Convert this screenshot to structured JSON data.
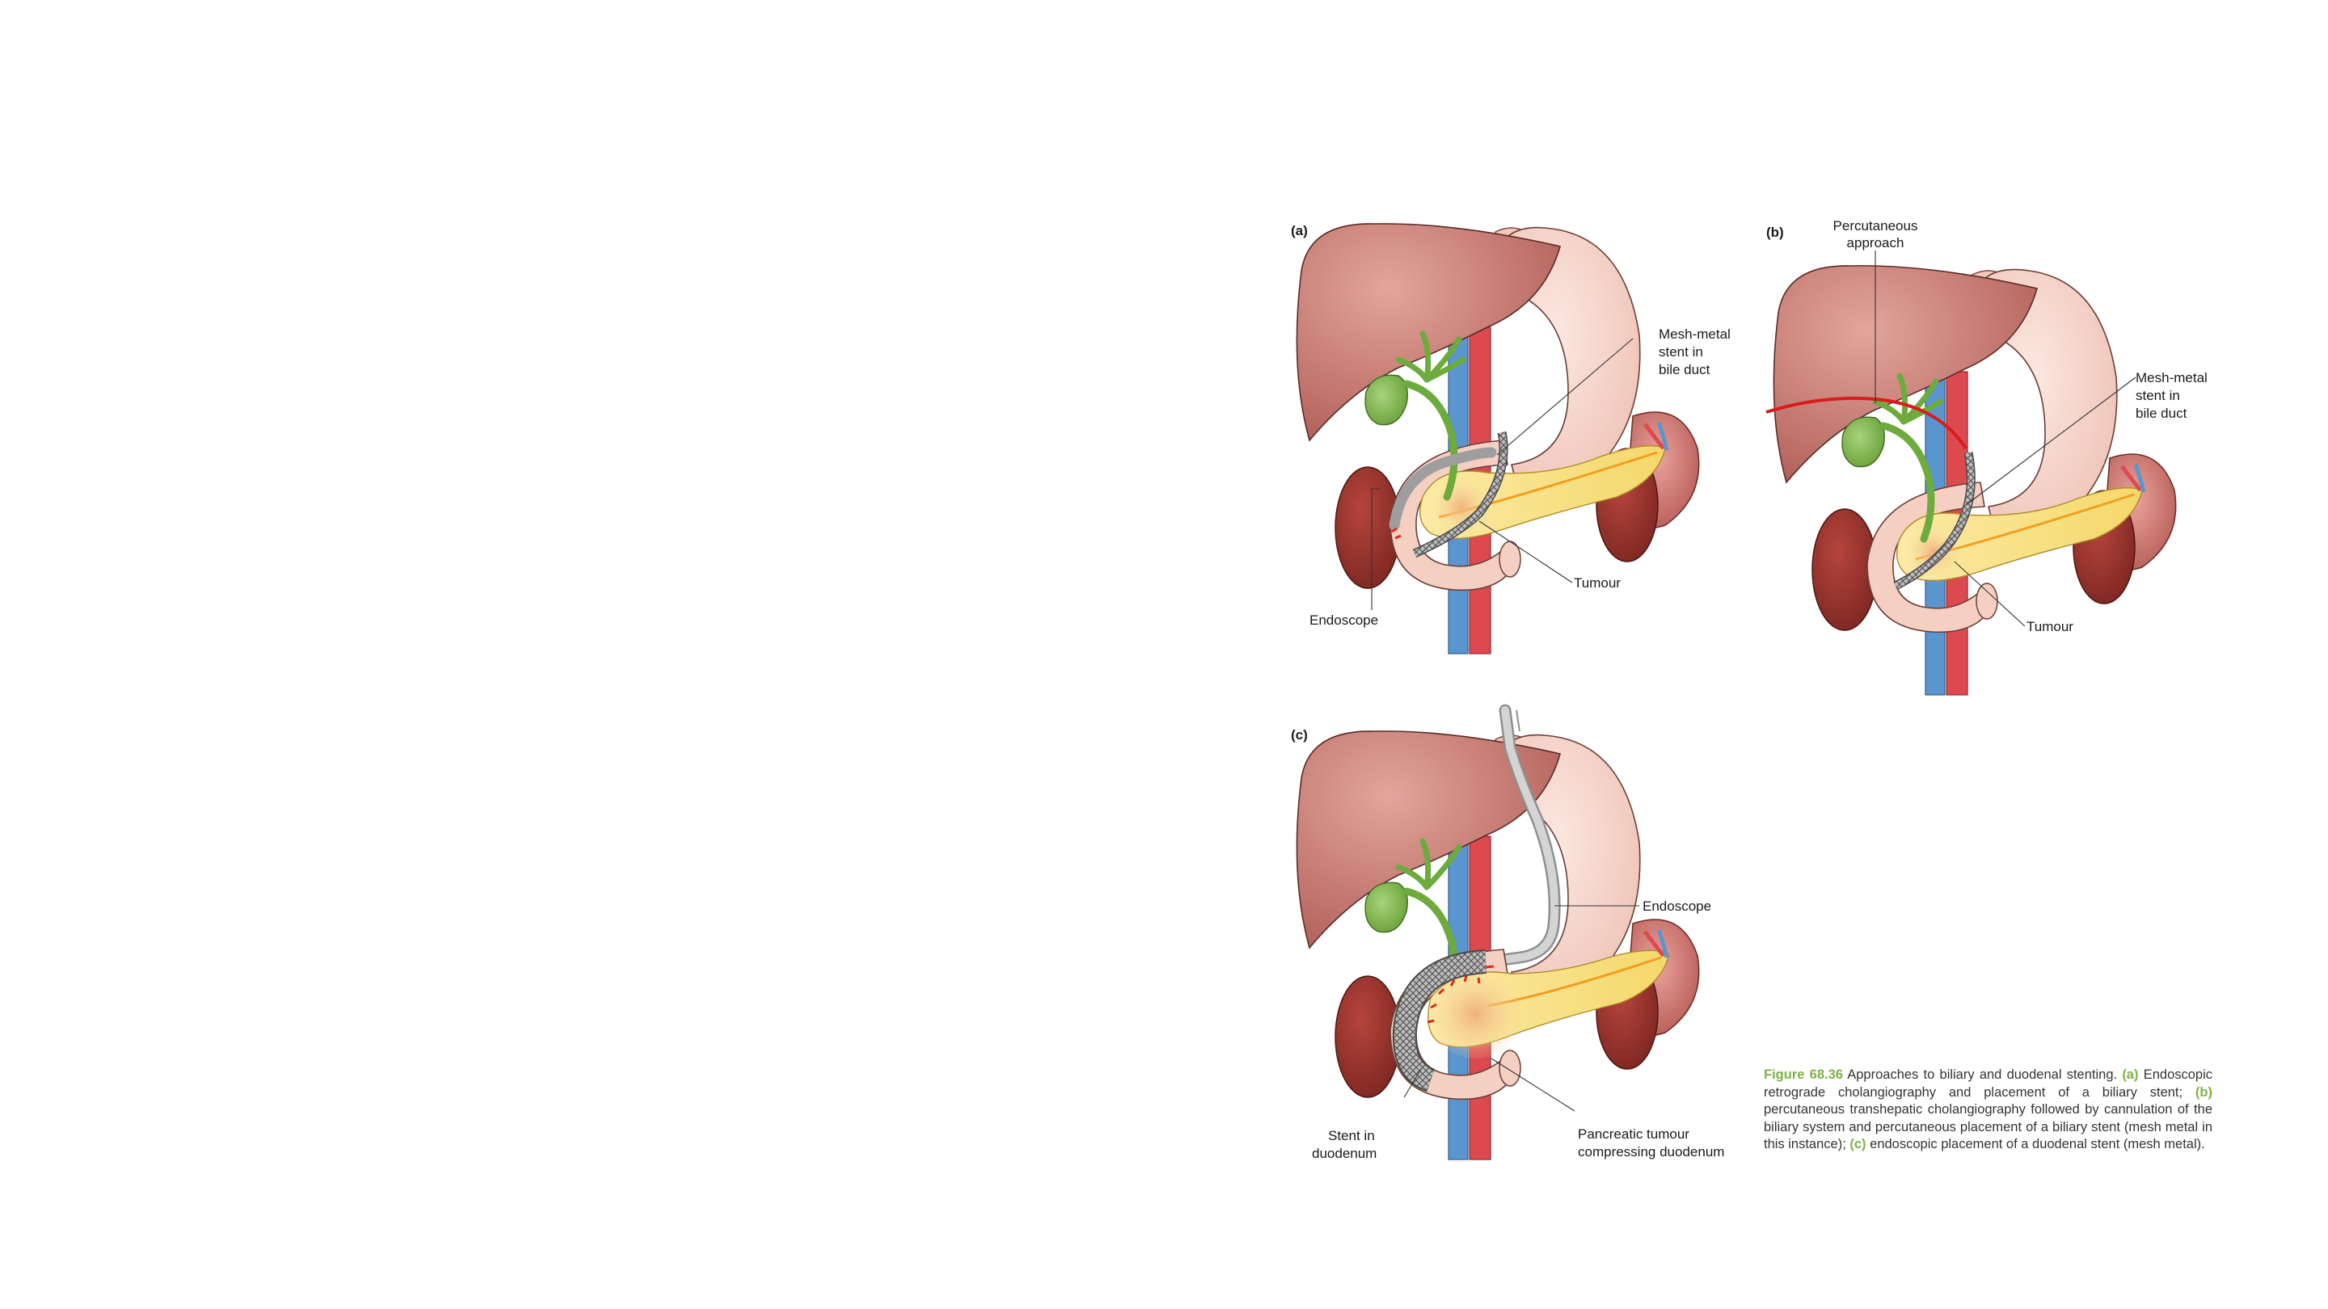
{
  "panels": {
    "a": {
      "letter": "(a)",
      "labels": {
        "stent_line1": "Mesh-metal",
        "stent_line2": "stent in",
        "stent_line3": "bile duct",
        "tumour": "Tumour",
        "endoscope": "Endoscope"
      }
    },
    "b": {
      "letter": "(b)",
      "labels": {
        "approach_line1": "Percutaneous",
        "approach_line2": "approach",
        "stent_line1": "Mesh-metal",
        "stent_line2": "stent in",
        "stent_line3": "bile duct",
        "tumour": "Tumour"
      }
    },
    "c": {
      "letter": "(c)",
      "labels": {
        "endoscope": "Endoscope",
        "stent_line1": "Stent in",
        "stent_line2": "duodenum",
        "tumour_line1": "Pancreatic tumour",
        "tumour_line2": "compressing duodenum"
      }
    }
  },
  "caption": {
    "figure_label": "Figure 68.36",
    "intro": " Approaches to biliary and duodenal stenting. ",
    "a_letter": "(a)",
    "a_text": " Endoscopic retrograde cholangiography and placement of a biliary stent; ",
    "b_letter": "(b)",
    "b_text": " percutaneous transhepatic cholangiography followed by cannulation of the biliary system and percutaneous placement of a biliary stent (mesh metal in this instance); ",
    "c_letter": "(c)",
    "c_text": " endoscopic placement of a duodenal stent (mesh metal)."
  },
  "colors": {
    "liver": "#c97a72",
    "stomach": "#f6d6cc",
    "kidney": "#9e3a33",
    "pancreas": "#f7e08a",
    "bile": "#6cab3c",
    "ivc": "#5b95cf",
    "aorta": "#dc4a4f",
    "caption_accent": "#7cb342"
  }
}
